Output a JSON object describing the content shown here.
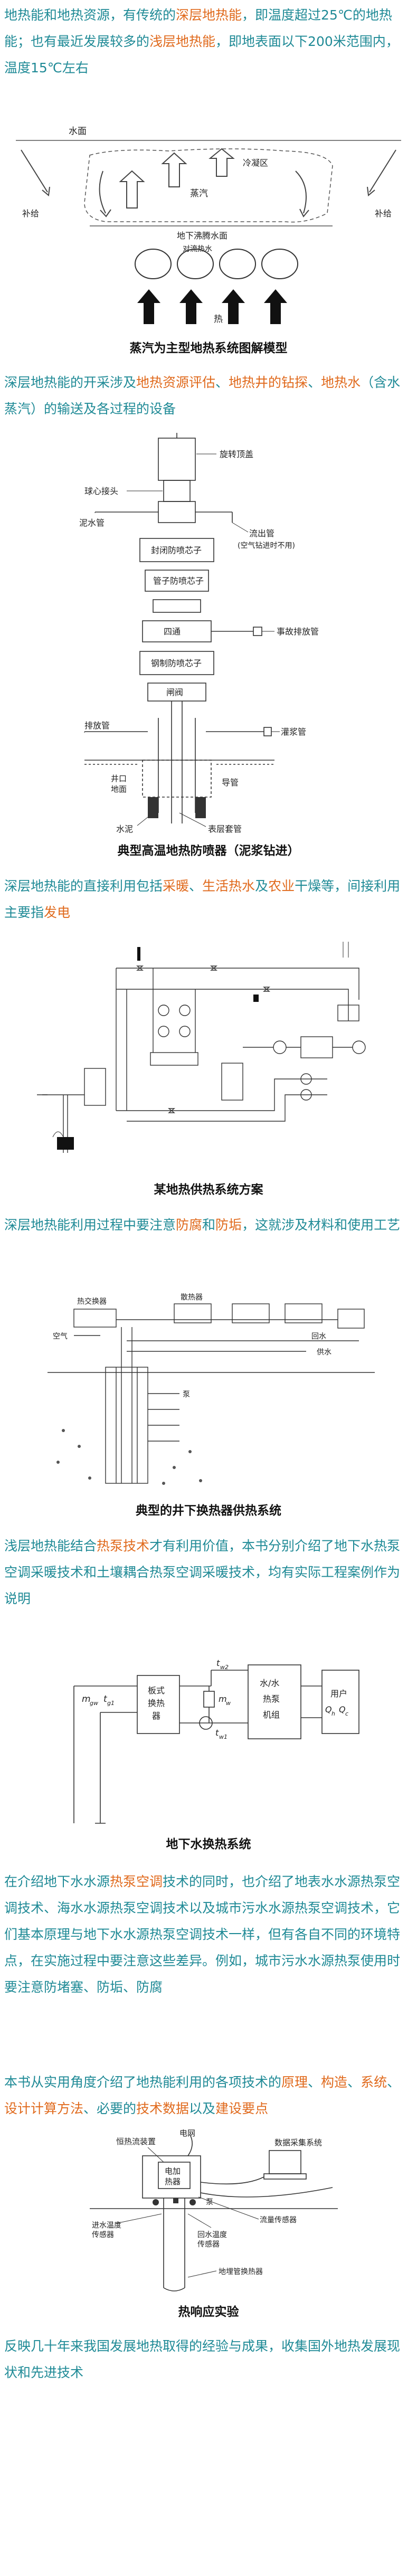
{
  "p1": {
    "a": "地热能和地热资源，有传统的",
    "b": "深层地热能",
    "c": "，即温度超过25℃的地热能；也有最近发展较多的",
    "d": "浅层地热能",
    "e": "，即地表面以下200米范围内，温度15℃左右"
  },
  "fig1": {
    "caption": "蒸汽为主型地热系统图解模型",
    "labels": {
      "surface": "水面",
      "condense": "冷凝区",
      "steam": "蒸汽",
      "recharge_left": "补给",
      "recharge_right": "补给",
      "boiling": "地下沸腾水面",
      "convective": "对流热水",
      "heat": "热"
    }
  },
  "p2": {
    "a": "深层地热能的开采涉及",
    "b": "地热资源评估",
    "c": "、",
    "d": "地热井的钻探",
    "e": "、",
    "f": "地热水",
    "g": "（含水蒸汽）的输送及各过程的设备"
  },
  "fig2": {
    "caption": "典型高温地热防喷器（泥浆钻进）",
    "labels": {
      "rotary": "旋转顶盖",
      "ball": "球心接头",
      "mud": "泥水管",
      "outlet": "流出管",
      "outlet_note": "(空气钻进时不用)",
      "seal": "封闭防喷芯子",
      "pipe": "管子防喷芯子",
      "spool": "四通",
      "accident": "事故排放管",
      "steel": "钢制防喷芯子",
      "valve": "闸阀",
      "drain": "排放管",
      "grout": "灌浆管",
      "wellhead": "井口",
      "ground": "地面",
      "conductor": "导管",
      "cement": "水泥",
      "casing": "表层套管"
    }
  },
  "p3": {
    "a": "深层地热能的直接利用包括",
    "b": "采暖",
    "c": "、",
    "d": "生活热水",
    "e": "及",
    "f": "农业",
    "g": "干燥等，间接利用主要指",
    "h": "发电"
  },
  "fig3": {
    "caption": "某地热供热系统方案"
  },
  "p4": {
    "a": "深层地热能利用过程中要注意",
    "b": "防腐",
    "c": "和",
    "d": "防垢",
    "e": "，这就涉及材料和使用工艺"
  },
  "fig4": {
    "caption": "典型的井下换热器供热系统",
    "labels": {
      "heat_exchanger": "热交换器",
      "radiator": "散热器",
      "air": "空气",
      "pump": "泵",
      "return": "回水",
      "supply": "供水"
    }
  },
  "p5": {
    "a": "浅层地热能结合",
    "b": "热泵技术",
    "c": "才有利用价值，本书分别介绍了地下水热泵空调采暖技术和土壤耦合热泵空调采暖技术，均有实际工程案例作为说明"
  },
  "fig5": {
    "caption": "地下水换热系统",
    "labels": {
      "mgw": "m",
      "mgw_sub": "gw",
      "tg1": "t",
      "tg1_sub": "g1",
      "plate": "板式",
      "plate2": "换热",
      "plate3": "器",
      "tw2": "t",
      "tw2_sub": "w2",
      "mw": "m",
      "mw_sub": "w",
      "tw1": "t",
      "tw1_sub": "w1",
      "hp1": "水/水",
      "hp2": "热泵",
      "hp3": "机组",
      "user": "用户",
      "qh": "Q",
      "qh_sub": "h",
      "qc": "Q",
      "qc_sub": "c"
    }
  },
  "p6": {
    "a": "在介绍地下水水源",
    "b": "热泵空调",
    "c": "技术的同时，也介绍了地表水水源热泵空调技术、海水水源热泵空调技术以及城市污水水源热泵空调技术，它们基本原理与地下水水源热泵空调技术一样，但有各自不同的环境特点，在实施过程中要注意这些差异。例如，城市污水水源热泵使用时要注意防堵塞、防垢、防腐"
  },
  "p7": {
    "a": "本书从实用角度介绍了地热能利用的各项技术的",
    "b": "原理",
    "c": "、",
    "d": "构造",
    "e": "、",
    "f": "系统",
    "g": "、",
    "h": "设计计算方法",
    "i": "、必要的",
    "j": "技术数据",
    "k": "以及",
    "l": "建设要点"
  },
  "fig6": {
    "caption": "热响应实验",
    "labels": {
      "constant_flow": "恒热流装置",
      "power": "电网",
      "heater1": "电加",
      "heater2": "热器",
      "pump": "泵",
      "daq": "数据采集系统",
      "in_temp": "进水温度",
      "in_temp2": "传感器",
      "out_temp": "回水温度",
      "out_temp2": "传感器",
      "flow": "流量传感器",
      "ground_hx": "地埋管换热器"
    }
  },
  "p8": {
    "a": "反映几十年来我国发展地热取得的经验与成果，收集国外地热发展现状和先进技术"
  }
}
